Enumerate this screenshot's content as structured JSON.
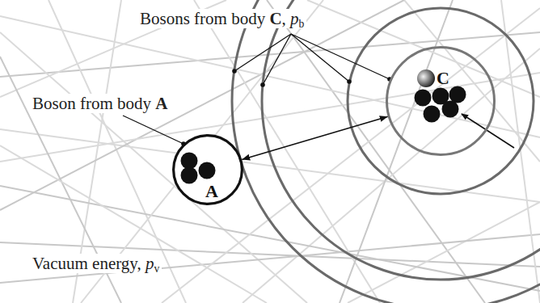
{
  "diagram": {
    "nodes": [
      {
        "text": [
          "A"
        ]
      },
      {
        "text": [
          "C"
        ]
      }
    ],
    "edges": [
      {
        "from": 1,
        "to": 0,
        "arrow": "both"
      }
    ],
    "labels": [
      "Bosons from body C, pb",
      "Boson from body A",
      "Vacuum energy, pv"
    ]
  }
}
